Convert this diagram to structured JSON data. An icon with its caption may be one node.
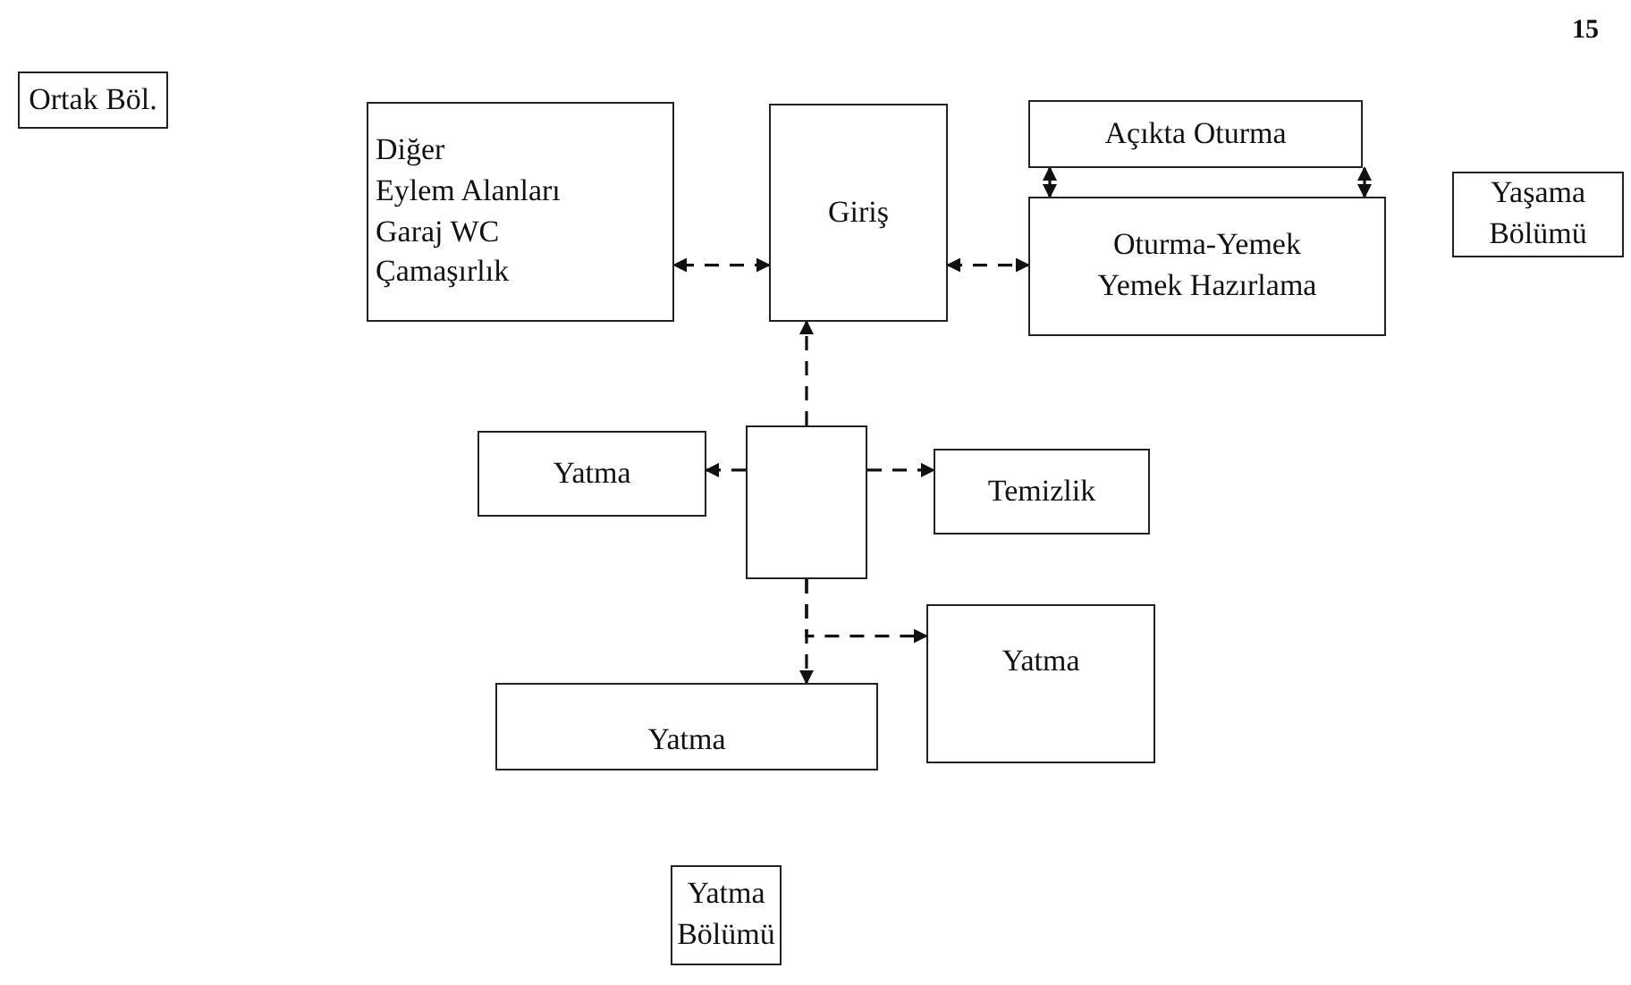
{
  "diagram": {
    "nodes": [
      {
        "text": [
          "Ortak Böl."
        ]
      },
      {
        "text": [
          "Diğer",
          "Eylem Alanları",
          "Garaj WC",
          "Çamaşırlık"
        ]
      },
      {
        "text": [
          "Giriş"
        ]
      },
      {
        "text": [
          "Açıkta Oturma"
        ]
      },
      {
        "text": [
          "Oturma-Yemek",
          "Yemek Hazırlama"
        ]
      },
      {
        "text": [
          "Yaşama Bölümü"
        ]
      },
      {
        "text": [],
        "shape": "box"
      },
      {
        "text": [
          "Yatma"
        ]
      },
      {
        "text": [
          "Temizlik"
        ]
      },
      {
        "text": [
          "Yatma"
        ]
      },
      {
        "text": [
          "Yatma"
        ]
      },
      {
        "text": [
          "Yatma Bölümü"
        ]
      }
    ],
    "edges": [
      {
        "from": 2,
        "to": 1,
        "arrow": "both",
        "style": "dashed"
      },
      {
        "from": 2,
        "to": 4,
        "arrow": "both",
        "style": "dashed"
      },
      {
        "from": 3,
        "to": 4,
        "arrow": "both"
      },
      {
        "from": 3,
        "to": 4,
        "arrow": "both"
      },
      {
        "from": 6,
        "to": 2,
        "arrow": "to",
        "style": "dashed"
      },
      {
        "from": 6,
        "to": 7,
        "arrow": "to",
        "style": "dashed"
      },
      {
        "from": 6,
        "to": 8,
        "arrow": "to",
        "style": "dashed"
      },
      {
        "from": 6,
        "to": 10,
        "arrow": "to",
        "style": "dashed"
      },
      {
        "from": 6,
        "to": 9,
        "arrow": "to",
        "style": "dashed"
      }
    ],
    "labels": [
      "15"
    ]
  }
}
